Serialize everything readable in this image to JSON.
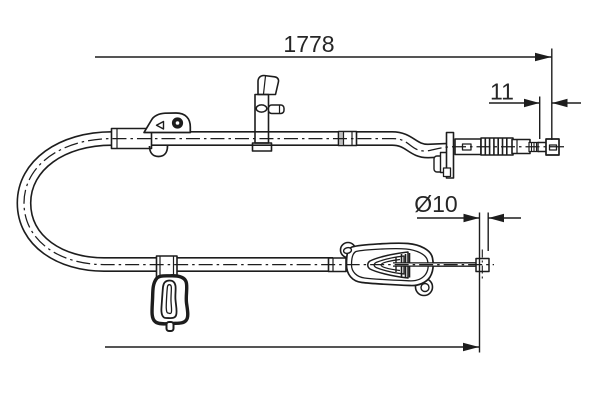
{
  "drawing": {
    "type": "technical-line-drawing",
    "subject": "parking-brake-cable",
    "dimensions": {
      "overall_length": "1778",
      "end_section": "11",
      "rod_diameter": "Ø10"
    },
    "colors": {
      "line": "#1d1d1d",
      "background": "#ffffff"
    }
  }
}
